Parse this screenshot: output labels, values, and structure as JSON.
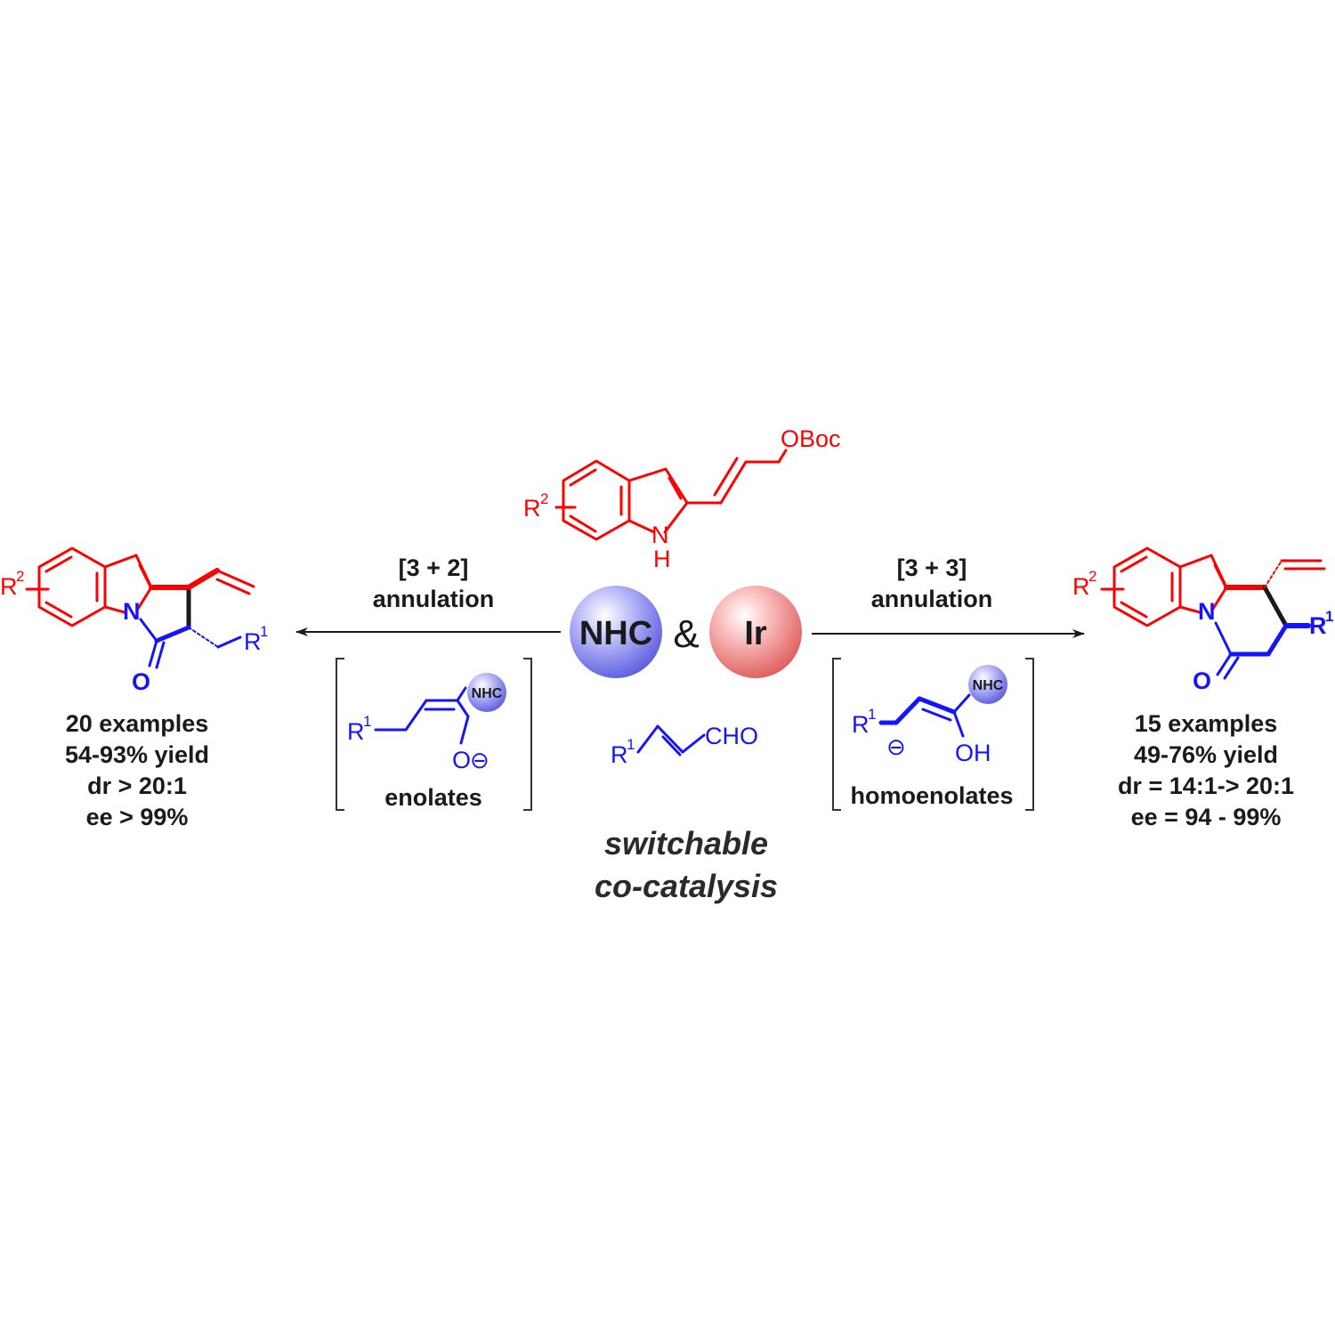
{
  "colors": {
    "red": "#ff0000",
    "blue": "#1414ff",
    "black": "#1a1a1a",
    "nhc_sphere": "#8c8cf0",
    "ir_sphere": "#f08c8c"
  },
  "substrate": {
    "r_group": "R",
    "r_sup": "2",
    "nh": "H",
    "n": "N",
    "leaving_group": "OBoc"
  },
  "aldehyde": {
    "r_group": "R",
    "r_sup": "1",
    "cho": "CHO"
  },
  "catalysts": {
    "nhc": "NHC",
    "amp": "&",
    "ir": "Ir"
  },
  "tagline": {
    "line1": "switchable",
    "line2": "co-catalysis"
  },
  "left_path": {
    "type_line1": "[3 + 2]",
    "type_line2": "annulation",
    "intermediate": {
      "r": "R",
      "r_sup": "1",
      "nhc": "NHC",
      "o": "O",
      "charge": "⊖",
      "label": "enolates"
    },
    "product": {
      "r2": "R",
      "r2_sup": "2",
      "n": "N",
      "o": "O",
      "r1": "R",
      "r1_sup": "1"
    },
    "results": [
      "20 examples",
      "54-93% yield",
      "dr > 20:1",
      "ee > 99%"
    ]
  },
  "right_path": {
    "type_line1": "[3 + 3]",
    "type_line2": "annulation",
    "intermediate": {
      "r": "R",
      "r_sup": "1",
      "nhc": "NHC",
      "oh": "OH",
      "charge": "⊖",
      "label": "homoenolates"
    },
    "product": {
      "r2": "R",
      "r2_sup": "2",
      "n": "N",
      "o": "O",
      "r1": "R",
      "r1_sup": "1"
    },
    "results": [
      "15 examples",
      "49-76% yield",
      "dr = 14:1-> 20:1",
      "ee = 94 - 99%"
    ]
  }
}
